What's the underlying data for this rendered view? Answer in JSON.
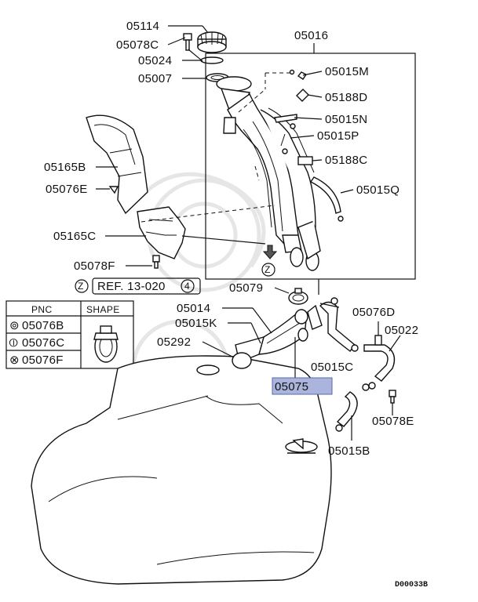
{
  "parts": {
    "p05114": "05114",
    "p05078C": "05078C",
    "p05024": "05024",
    "p05007": "05007",
    "p05016": "05016",
    "p05015M": "05015M",
    "p05188D": "05188D",
    "p05015N": "05015N",
    "p05015P": "05015P",
    "p05188C": "05188C",
    "p05015Q": "05015Q",
    "p05165B": "05165B",
    "p05076E": "05076E",
    "p05165C": "05165C",
    "p05078F": "05078F",
    "p05079": "05079",
    "p05014": "05014",
    "p05015K": "05015K",
    "p05292": "05292",
    "p05076D": "05076D",
    "p05022": "05022",
    "p05015C": "05015C",
    "p05075": "05075",
    "p05078E": "05078E",
    "p05015B": "05015B"
  },
  "reference": {
    "z_mark": "Z",
    "ref_text": "REF. 13-020",
    "ref_num": "4",
    "z_mark_lower": "Z"
  },
  "legend": {
    "header_pnc": "PNC",
    "header_shape": "SHAPE",
    "rows": [
      {
        "symbol": "⊚",
        "pnc": "05076B"
      },
      {
        "symbol": "⦶",
        "pnc": "05076C"
      },
      {
        "symbol": "⊗",
        "pnc": "05076F"
      }
    ]
  },
  "diagram_code": "D00033B",
  "colors": {
    "highlight_fill": "#aab4dc",
    "highlight_border": "#5a6aa8"
  }
}
